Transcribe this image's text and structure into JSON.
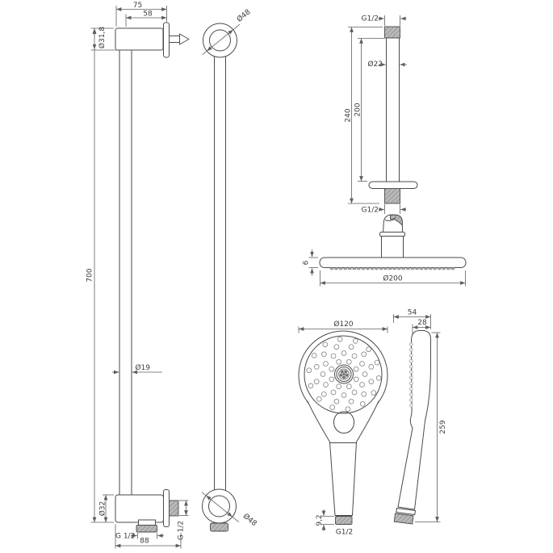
{
  "drawing": {
    "type": "technical-dimension-drawing",
    "subject": "shower-set (slider rail, ceiling arm, overhead shower head, hand shower)",
    "colors": {
      "background": "#ffffff",
      "object_line": "#4a4a4a",
      "dimension_line": "#5f5f5f",
      "text": "#3c3c3c",
      "hatch_fill": "#b9b9b9",
      "hatch_line": "#818181"
    },
    "views": {
      "rail_side": {
        "width": "75",
        "width_center": "58",
        "holder_dia": "Ø31,8",
        "length": "700",
        "tube_dia": "Ø19",
        "bracket_dia": "Ø32",
        "outlet_thread": "G 1/2",
        "spacing": "88",
        "side_thread": "G 1/2"
      },
      "rail_front": {
        "ring_top_dia": "Ø48",
        "ring_bottom_dia": "Ø48"
      },
      "arm": {
        "thread_top": "G1/2",
        "dia": "Ø22",
        "len_inner": "200",
        "len_total": "240",
        "thread_bottom": "G1/2"
      },
      "head": {
        "thickness": "6",
        "dia": "Ø200"
      },
      "hand_front": {
        "dia": "Ø120",
        "thread_len": "9,2",
        "thread": "G1/2"
      },
      "hand_side": {
        "depth": "54",
        "head_depth": "28",
        "length": "259"
      }
    }
  }
}
